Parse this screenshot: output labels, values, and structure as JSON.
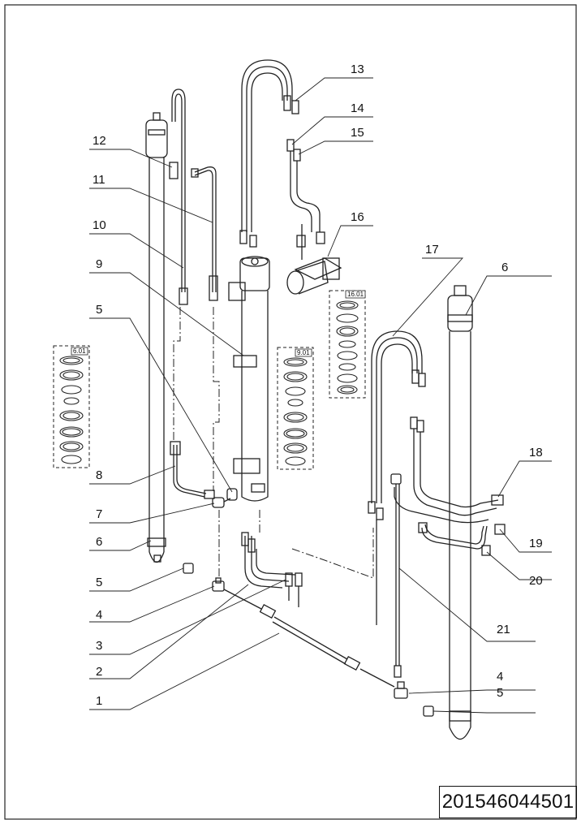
{
  "drawing_number": "201546044501",
  "callouts": {
    "c1": "1",
    "c2": "2",
    "c3": "3",
    "c4a": "4",
    "c4b": "4",
    "c5a": "5",
    "c5b": "5",
    "c5c": "5",
    "c6a": "6",
    "c6b": "6",
    "c7": "7",
    "c8": "8",
    "c9": "9",
    "c10": "10",
    "c11": "11",
    "c12": "12",
    "c13": "13",
    "c14": "14",
    "c15": "15",
    "c16": "16",
    "c17": "17",
    "c18": "18",
    "c19": "19",
    "c20": "20",
    "c21": "21"
  },
  "seal_kits": {
    "k1": "6.01",
    "k2": "9.01",
    "k3": "16.01"
  }
}
